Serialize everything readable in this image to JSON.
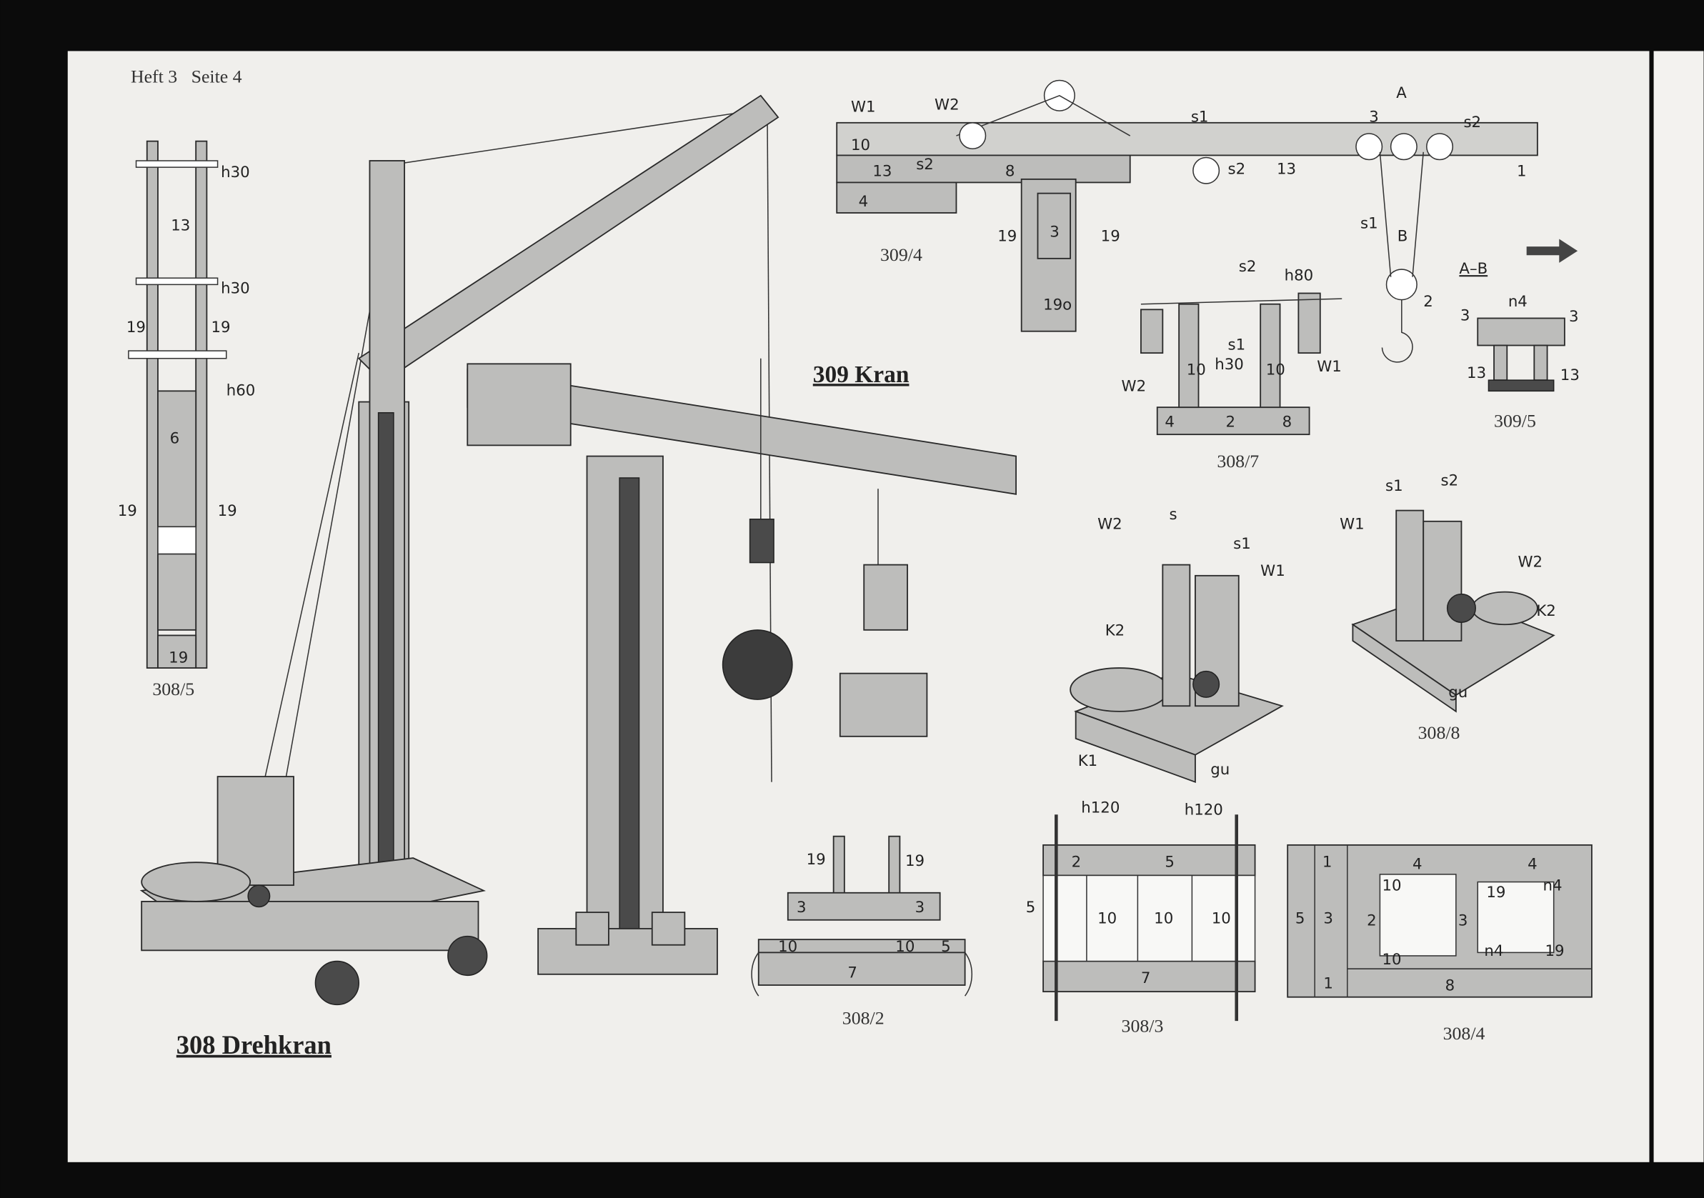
{
  "header": {
    "running_head": "Heft 3   Seite 4"
  },
  "titles": {
    "drehkran": "308 Drehkran",
    "kran": "309 Kran"
  },
  "captions": {
    "fig_308_5": "308/5",
    "fig_309_4": "309/4",
    "fig_308_7": "308/7",
    "fig_309_5": "309/5",
    "fig_308_8": "308/8",
    "fig_308_2": "308/2",
    "fig_308_3": "308/3",
    "fig_308_4": "308/4",
    "section_ab": "A–B"
  },
  "parts_308_5": [
    "h30",
    "13",
    "h30",
    "19",
    "19",
    "h60",
    "6",
    "19",
    "19",
    "19"
  ],
  "parts_309_4": [
    "W1",
    "W2",
    "10",
    "s2",
    "13",
    "8",
    "4",
    "s1",
    "s2",
    "13",
    "3",
    "A",
    "s2",
    "1",
    "s1",
    "B",
    "2",
    "3",
    "19",
    "19",
    "19o"
  ],
  "parts_309_5": [
    "n4",
    "3",
    "3",
    "13",
    "13"
  ],
  "parts_308_7": [
    "s2",
    "h80",
    "s1",
    "h30",
    "W2",
    "W1",
    "4",
    "2",
    "8",
    "10",
    "10"
  ],
  "parts_308_8": [
    "W2",
    "s",
    "s1",
    "W1",
    "K2",
    "K1",
    "gu",
    "s1",
    "s2",
    "W1",
    "W2",
    "K2",
    "gu"
  ],
  "parts_308_2": [
    "19",
    "19",
    "3",
    "3",
    "10",
    "10",
    "5",
    "7"
  ],
  "parts_308_3": [
    "h120",
    "h120",
    "2",
    "5",
    "10",
    "10",
    "10",
    "7",
    "5"
  ],
  "parts_308_4": [
    "1",
    "4",
    "4",
    "10",
    "5",
    "3",
    "2",
    "3",
    "19",
    "n4",
    "10",
    "n4",
    "19",
    "1",
    "8"
  ],
  "colors": {
    "background": "#0b0b0b",
    "paper": "#f0efec",
    "ink": "#2a2a2a"
  }
}
